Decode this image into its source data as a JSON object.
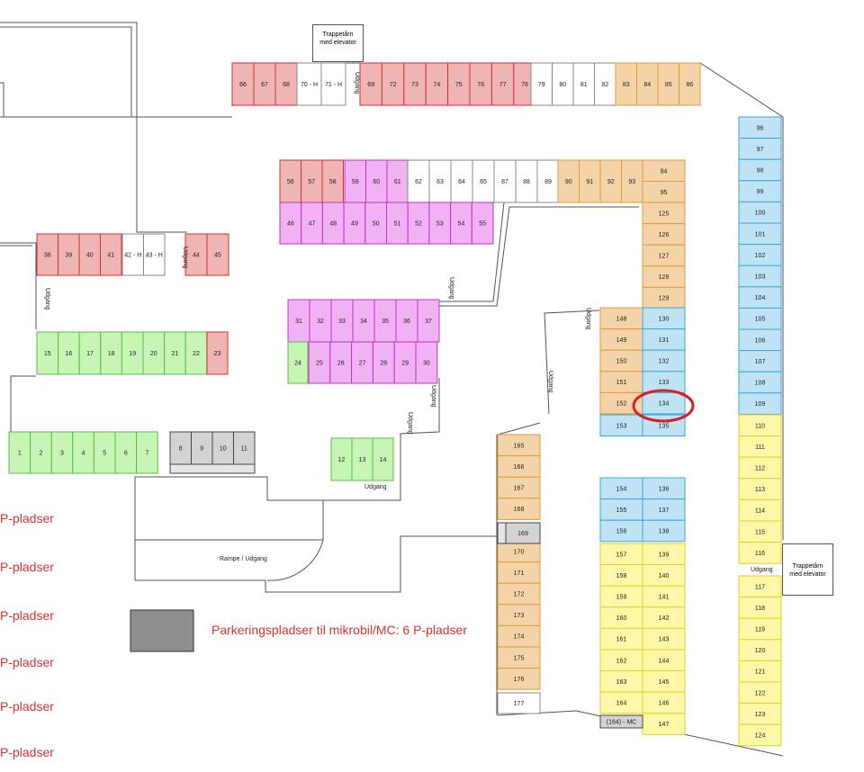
{
  "palette": {
    "red": {
      "fill": "#efb5b5",
      "stroke": "#d83030"
    },
    "white": {
      "fill": "#ffffff",
      "stroke": "#888888"
    },
    "orange": {
      "fill": "#f5d3a8",
      "stroke": "#e09a3c"
    },
    "blue": {
      "fill": "#bfe3f5",
      "stroke": "#3aa7dc"
    },
    "yellow": {
      "fill": "#fff7a8",
      "stroke": "#e4cf2a"
    },
    "magenta": {
      "fill": "#f1b2f4",
      "stroke": "#c333c8"
    },
    "green": {
      "fill": "#c6f5b6",
      "stroke": "#56c043"
    },
    "gray": {
      "fill": "#d3d3d3",
      "stroke": "#444444"
    },
    "marker": "#d81f26",
    "legend_text": "#e03030"
  },
  "labels": {
    "stair_top": [
      "Trappetårn",
      "med elevator"
    ],
    "stair_right": [
      "Trappetårn",
      "med elevator"
    ],
    "udgang": "Udgang",
    "rampe": "Rampe / Udgang",
    "mc_legend": "Parkeringspladser til mikrobil/MC:  6 P-pladser",
    "p_pladser": "P-pladser",
    "mc_spot": "(164) - MC"
  },
  "spot_groups": [
    {
      "color": "red",
      "labels": [
        "66",
        "67",
        "68"
      ]
    },
    {
      "color": "white",
      "labels": [
        "70 - H",
        "71 - H"
      ]
    },
    {
      "color": "red",
      "labels": [
        "69",
        "72",
        "73",
        "74",
        "75",
        "76",
        "77",
        "78"
      ]
    },
    {
      "color": "white",
      "labels": [
        "79",
        "80",
        "81",
        "82"
      ]
    },
    {
      "color": "orange",
      "labels": [
        "83",
        "84",
        "85",
        "86"
      ]
    },
    {
      "color": "red",
      "labels": [
        "56",
        "57",
        "58"
      ]
    },
    {
      "color": "magenta",
      "labels": [
        "59",
        "60",
        "61"
      ]
    },
    {
      "color": "white",
      "labels": [
        "62",
        "63",
        "64",
        "65",
        "87",
        "88",
        "89"
      ]
    },
    {
      "color": "orange",
      "labels": [
        "90",
        "91",
        "92",
        "93",
        "94",
        "95"
      ]
    },
    {
      "color": "magenta",
      "labels": [
        "46",
        "47",
        "48",
        "49",
        "50",
        "51",
        "52",
        "53",
        "54",
        "55"
      ]
    },
    {
      "color": "red",
      "labels": [
        "38",
        "39",
        "40",
        "41"
      ]
    },
    {
      "color": "white",
      "labels": [
        "42 - H",
        "43 - H"
      ]
    },
    {
      "color": "red",
      "labels": [
        "44",
        "45"
      ]
    },
    {
      "color": "magenta",
      "labels": [
        "31",
        "32",
        "33",
        "34",
        "35",
        "36",
        "37"
      ]
    },
    {
      "color": "magenta",
      "labels": [
        "25",
        "26",
        "27",
        "28",
        "29",
        "30"
      ]
    },
    {
      "color": "green",
      "labels": [
        "24"
      ]
    },
    {
      "color": "green",
      "labels": [
        "15",
        "16",
        "17",
        "18",
        "19",
        "20",
        "21",
        "22"
      ]
    },
    {
      "color": "red",
      "labels": [
        "23"
      ]
    },
    {
      "color": "green",
      "labels": [
        "1",
        "2",
        "3",
        "4",
        "5",
        "6",
        "7"
      ]
    },
    {
      "color": "gray",
      "labels": [
        "8",
        "9",
        "10",
        "11"
      ]
    },
    {
      "color": "green",
      "labels": [
        "12",
        "13",
        "14"
      ]
    },
    {
      "color": "orange",
      "labels": [
        "125",
        "126",
        "127",
        "128",
        "129"
      ]
    },
    {
      "color": "orange",
      "labels": [
        "148",
        "149",
        "150",
        "151",
        "152"
      ]
    },
    {
      "color": "blue",
      "labels": [
        "130",
        "131",
        "132",
        "133",
        "134",
        "135",
        "153"
      ]
    },
    {
      "color": "blue",
      "labels": [
        "96",
        "97",
        "98",
        "99",
        "100",
        "101",
        "102",
        "103",
        "104",
        "105",
        "106",
        "107",
        "108",
        "109"
      ]
    },
    {
      "color": "yellow",
      "labels": [
        "110",
        "111",
        "112",
        "113",
        "114",
        "115",
        "116"
      ]
    },
    {
      "color": "yellow",
      "labels": [
        "117",
        "118",
        "119",
        "120",
        "121",
        "122",
        "123",
        "124"
      ]
    },
    {
      "color": "orange",
      "labels": [
        "165",
        "166",
        "167",
        "168",
        "170",
        "171",
        "172",
        "173",
        "174",
        "175",
        "176"
      ]
    },
    {
      "color": "gray",
      "labels": [
        "169"
      ]
    },
    {
      "color": "white",
      "labels": [
        "177"
      ]
    },
    {
      "color": "blue",
      "labels": [
        "154",
        "155",
        "156",
        "136",
        "137",
        "138"
      ]
    },
    {
      "color": "yellow",
      "labels": [
        "157",
        "158",
        "159",
        "160",
        "161",
        "162",
        "163",
        "164",
        "139",
        "140",
        "141",
        "142",
        "143",
        "144",
        "145",
        "146",
        "147"
      ]
    },
    {
      "color": "gray",
      "labels": [
        "(164) - MC"
      ]
    }
  ],
  "highlight": {
    "spot": "134"
  }
}
